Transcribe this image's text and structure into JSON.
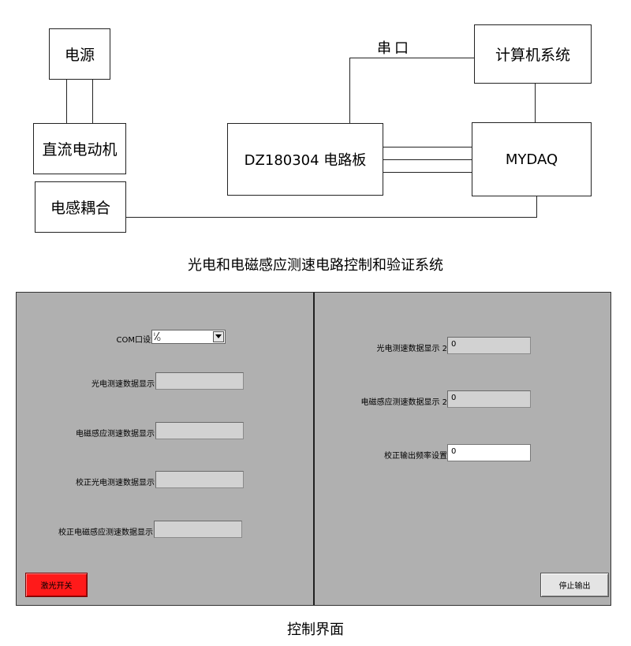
{
  "diagram": {
    "power": "电源",
    "dc_motor": "直流电动机",
    "inductive_coupling": "电感耦合",
    "circuit_board": "DZ180304 电路板",
    "mydaq": "MYDAQ",
    "computer": "计算机系统",
    "serial_port": "串口",
    "caption": "光电和电磁感应测速电路控制和验证系统"
  },
  "panel": {
    "com_label": "COM口设置",
    "com_value": "I/O",
    "photo_label": "光电测速数据显示",
    "photo_value": "",
    "em_label": "电磁感应测速数据显示",
    "em_value": "",
    "cal_photo_label": "校正光电测速数据显示",
    "cal_photo_value": "",
    "cal_em_label": "校正电磁感应测速数据显示",
    "cal_em_value": "",
    "laser_button": "激光开关",
    "photo2_label": "光电测速数据显示 2",
    "photo2_value": "0",
    "em2_label": "电磁感应测速数据显示 2",
    "em2_value": "0",
    "freq_label": "校正输出频率设置",
    "freq_value": "0",
    "stop_button": "停止输出",
    "colors": {
      "background": "#b0b0b0",
      "laser_on": "#ff1a1a",
      "indicator": "#d2d2d2"
    }
  },
  "caption2": "控制界面"
}
